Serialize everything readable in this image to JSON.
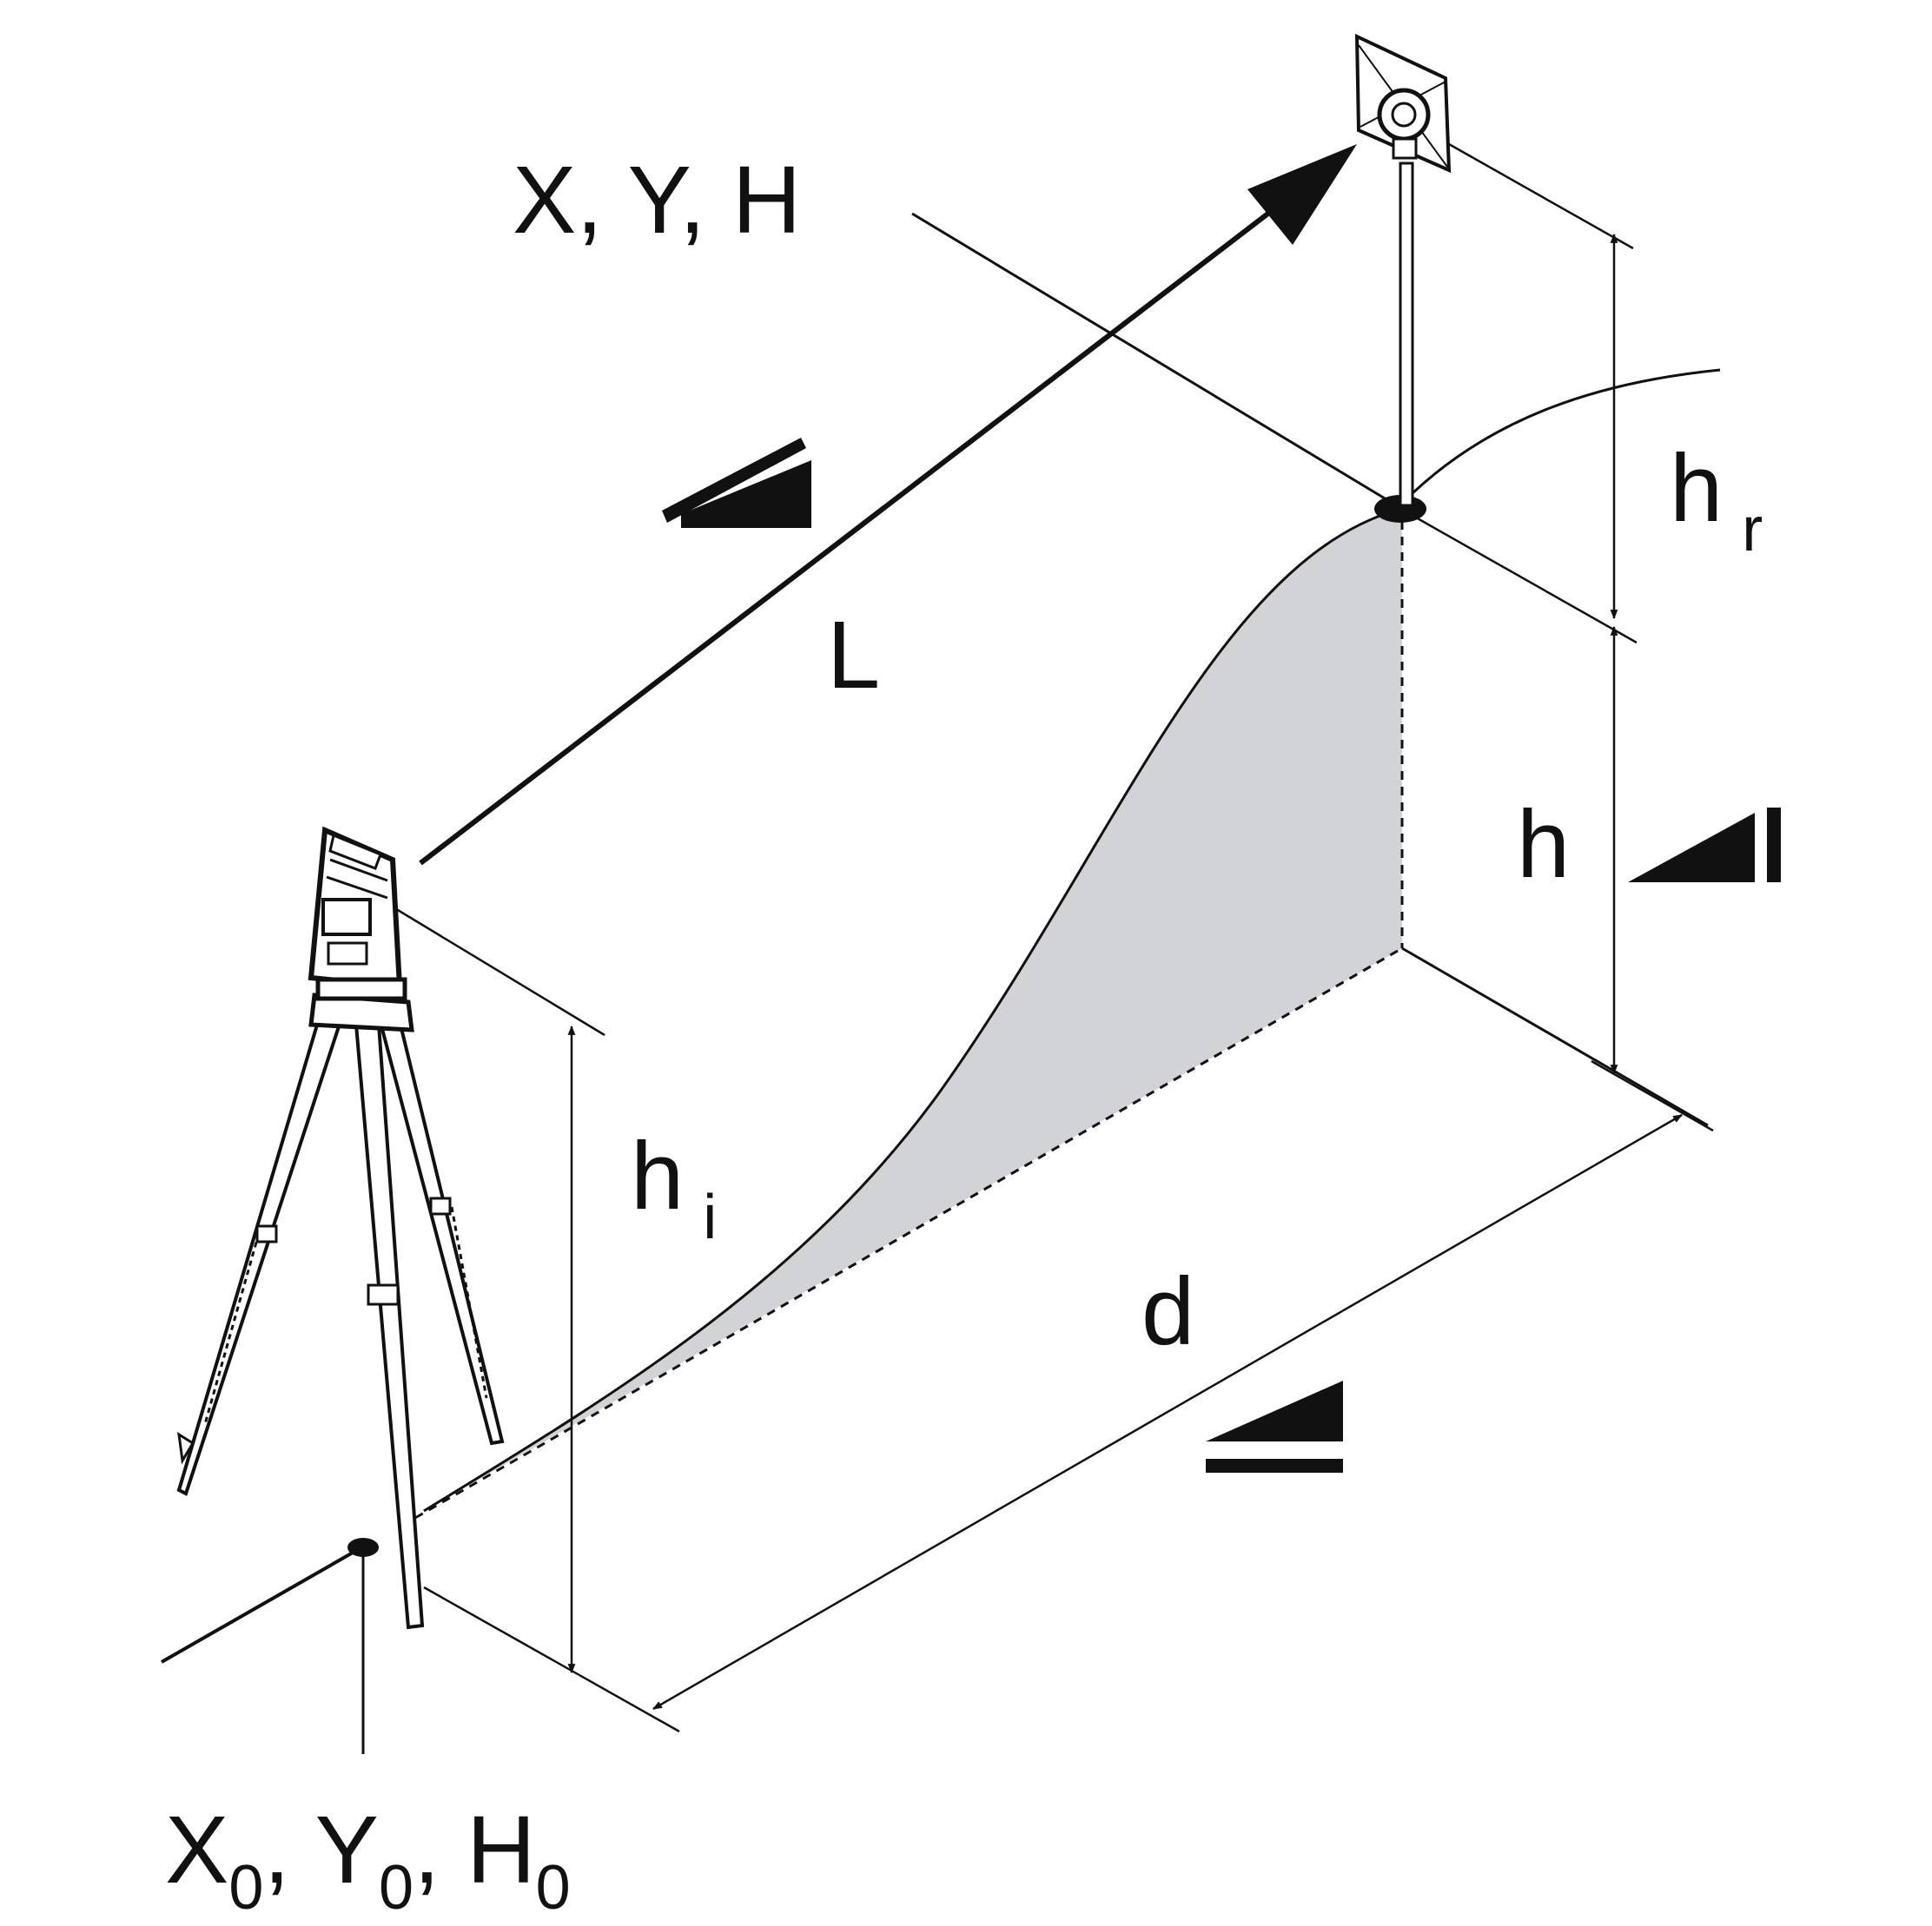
{
  "labels": {
    "target": "X, Y, H",
    "slope_distance": "L",
    "reflector_height": {
      "base": "h",
      "sub": "r"
    },
    "height_difference": "h",
    "instrument_height": {
      "base": "h",
      "sub": "i"
    },
    "horizontal_distance": "d",
    "station": {
      "x": "X",
      "x_sub": "0",
      "y": "Y",
      "y_sub": "0",
      "h": "H",
      "h_sub": "0",
      "sep": ", "
    }
  },
  "colors": {
    "ink": "#111111",
    "shade": "#d2d3d6",
    "background": "#ffffff"
  },
  "icons": {
    "slope": "slope-distance-icon",
    "height": "height-difference-icon",
    "horizontal": "horizontal-distance-icon"
  }
}
